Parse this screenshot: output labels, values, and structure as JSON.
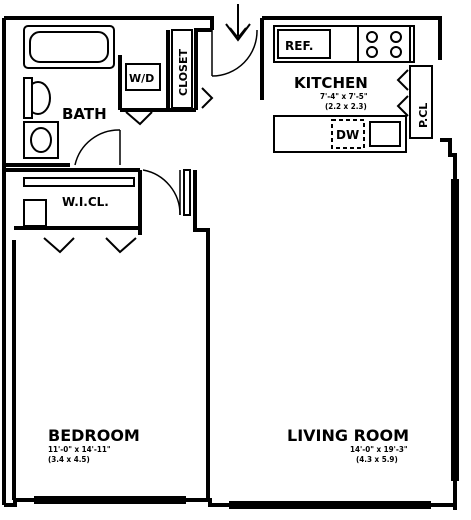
{
  "rooms": {
    "kitchen": {
      "name": "KITCHEN",
      "dims_imperial": "7'-4\" x 7'-5\"",
      "dims_metric": "(2.2 x 2.3)"
    },
    "bath": {
      "name": "BATH"
    },
    "bedroom": {
      "name": "BEDROOM",
      "dims_imperial": "11'-0\" x 14'-11\"",
      "dims_metric": "(3.4 x 4.5)"
    },
    "living_room": {
      "name": "LIVING ROOM",
      "dims_imperial": "14'-0\" x 19'-3\"",
      "dims_metric": "(4.3 x 5.9)"
    }
  },
  "fixtures": {
    "closet": "CLOSET",
    "washer_dryer": "W/D",
    "refrigerator": "REF.",
    "dishwasher": "DW",
    "pantry_closet": "P.CL",
    "walk_in_closet": "W.I.CL."
  },
  "icons": {
    "entry": "entry-arrow-icon"
  }
}
